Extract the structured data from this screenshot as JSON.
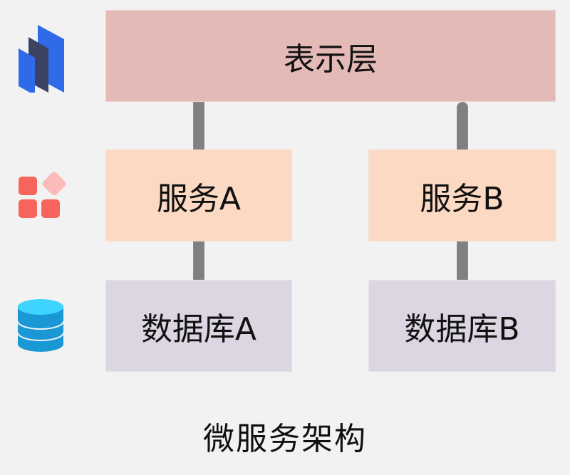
{
  "diagram": {
    "title": "微服务架构",
    "layers": {
      "presentation": {
        "label": "表示层",
        "icon": "layers-icon",
        "color": "#e3bab6"
      },
      "services": [
        {
          "label": "服务A",
          "color": "#fcd9c2"
        },
        {
          "label": "服务B",
          "color": "#fcd9c2"
        }
      ],
      "databases": [
        {
          "label": "数据库A",
          "color": "#dcd6e3"
        },
        {
          "label": "数据库B",
          "color": "#dcd6e3"
        }
      ]
    },
    "side_icons": [
      {
        "name": "layers-icon",
        "row": "presentation"
      },
      {
        "name": "app-grid-icon",
        "row": "services"
      },
      {
        "name": "database-icon",
        "row": "databases"
      }
    ],
    "connections": [
      {
        "from": "表示层",
        "to": "服务A"
      },
      {
        "from": "表示层",
        "to": "服务B"
      },
      {
        "from": "服务A",
        "to": "数据库A"
      },
      {
        "from": "服务B",
        "to": "数据库B"
      }
    ],
    "colors": {
      "background": "#f2f2f2",
      "connector": "#808080",
      "icon_blue": "#2f6ae8",
      "icon_dark": "#3c4263",
      "icon_red": "#f6645b",
      "icon_pink": "#fbbcb9",
      "db_top": "#3fd4fd",
      "db_body": "#1a98d5"
    }
  }
}
